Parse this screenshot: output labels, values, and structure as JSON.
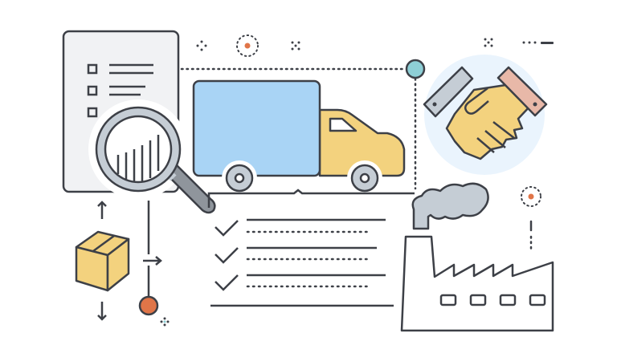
{
  "illustration": {
    "title": "Logistics & supply chain flat line illustration",
    "elements": [
      "checklist-document",
      "magnifying-glass-with-bar-chart",
      "delivery-truck",
      "handshake",
      "factory-with-smoke",
      "cardboard-box",
      "task-checklist"
    ]
  },
  "colors": {
    "stroke": "#3d4047",
    "truck_cargo": "#a9d4f5",
    "truck_cab": "#f3d27e",
    "box": "#f3d27e",
    "hands": "#f3d27e",
    "cuff_left": "#c5cdd5",
    "cuff_right": "#e8b8a8",
    "wheel": "#c5cdd5",
    "lens_ring": "#c5cdd5",
    "handle": "#8f959c",
    "smoke": "#c5cdd5",
    "document_bg": "#f1f2f4",
    "handshake_bg": "#eaf4fd",
    "accent_orange": "#e07548",
    "accent_teal": "#8ecfd6"
  },
  "checklist": {
    "items": 3
  }
}
